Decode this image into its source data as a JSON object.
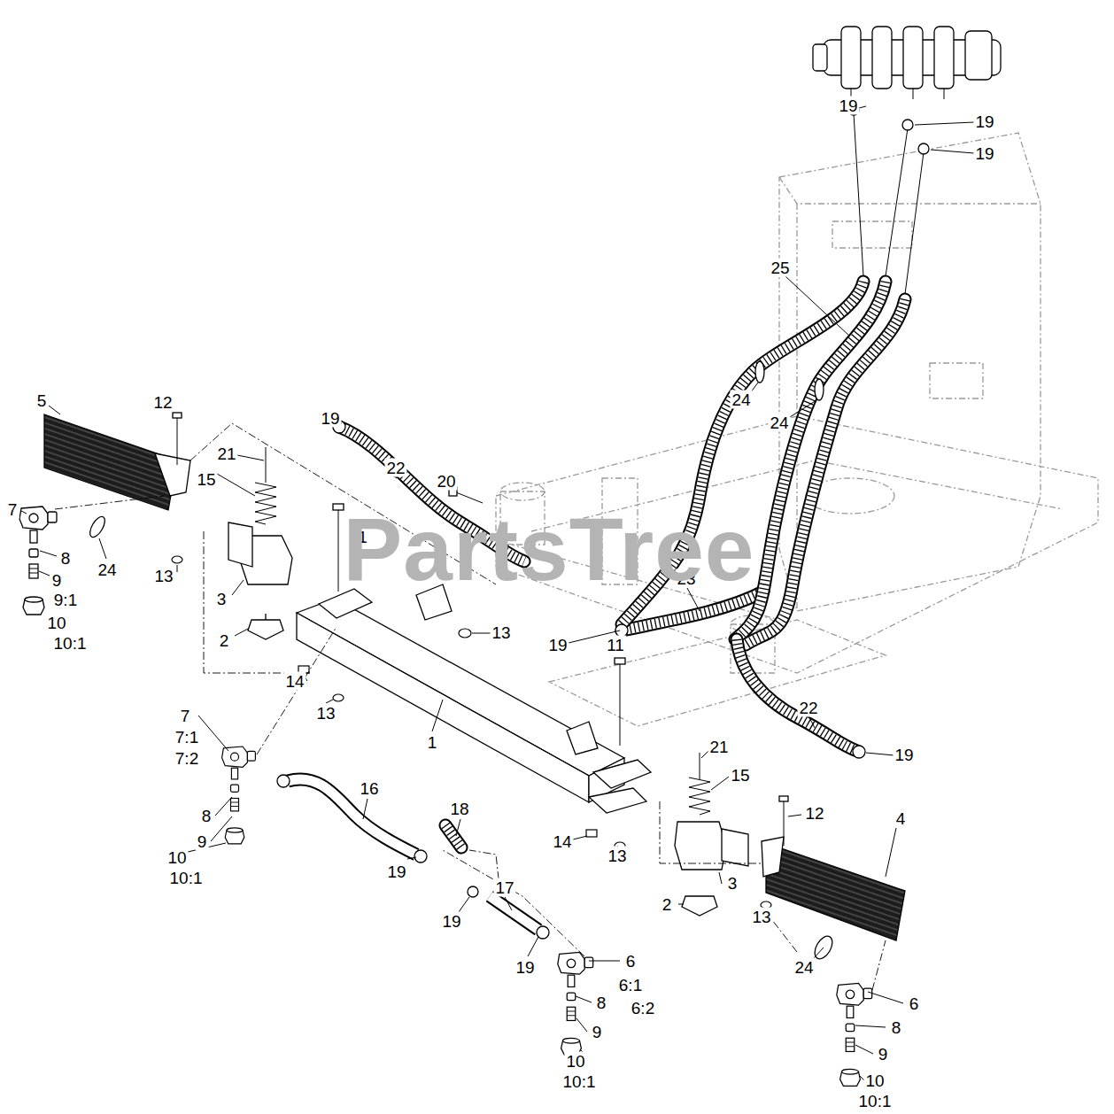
{
  "diagram": {
    "labels": [
      "19",
      "19",
      "19",
      "25",
      "24",
      "5",
      "12",
      "19",
      "24",
      "21",
      "22",
      "15",
      "20",
      "7",
      "11",
      "8",
      "24",
      "13",
      "23",
      "9",
      "3",
      "9:1",
      "10",
      "13",
      "2",
      "10:1",
      "19",
      "11",
      "14",
      "22",
      "13",
      "7",
      "7:1",
      "1",
      "21",
      "19",
      "7:2",
      "15",
      "16",
      "18",
      "12",
      "8",
      "4",
      "9",
      "10",
      "14",
      "13",
      "19",
      "10:1",
      "3",
      "2",
      "17",
      "13",
      "19",
      "6",
      "24",
      "19",
      "6:1",
      "8",
      "6",
      "6:2",
      "8",
      "9",
      "9",
      "10",
      "10:1",
      "10",
      "10:1",
      "PartsTree"
    ]
  }
}
